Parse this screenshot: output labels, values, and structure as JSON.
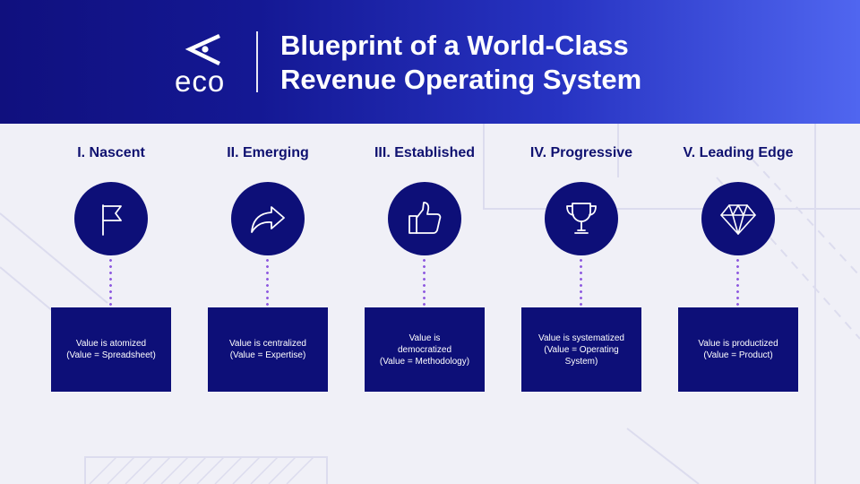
{
  "header": {
    "logo_text": "eco",
    "title_line1": "Blueprint of a World-Class",
    "title_line2": "Revenue Operating System"
  },
  "stages": [
    {
      "title": "I. Nascent",
      "icon": "flag-icon",
      "description": "Value is atomized\n(Value = Spreadsheet)"
    },
    {
      "title": "II. Emerging",
      "icon": "forward-arrow-icon",
      "description": "Value is centralized\n(Value = Expertise)"
    },
    {
      "title": "III. Established",
      "icon": "thumbs-up-icon",
      "description": "Value is\ndemocratized\n(Value = Methodology)"
    },
    {
      "title": "IV. Progressive",
      "icon": "trophy-icon",
      "description": "Value is systematized\n(Value = Operating\nSystem)"
    },
    {
      "title": "V. Leading Edge",
      "icon": "diamond-icon",
      "description": "Value is productized\n(Value = Product)"
    }
  ],
  "colors": {
    "header_dark": "#10107e",
    "header_light": "#5066f0",
    "navy": "#0d0f78",
    "dots": "#8f5be0",
    "background": "#f0f0f7"
  }
}
